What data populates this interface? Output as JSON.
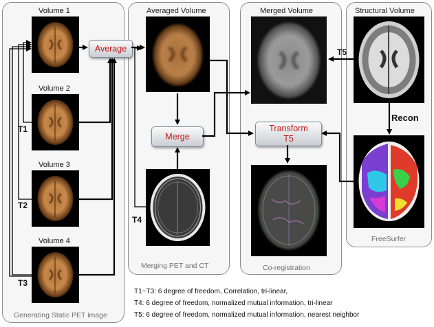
{
  "panels": {
    "static_pet": {
      "caption": "Generating Static PET image"
    },
    "merging": {
      "title": "Averaged Volume",
      "caption": "Merging PET and CT"
    },
    "coreg": {
      "title": "Merged Volume",
      "caption": "Co-registration"
    },
    "freesurfer": {
      "title": "Structural Volume",
      "caption": "FreeSurfer"
    }
  },
  "volumes": [
    "Volume 1",
    "Volume 2",
    "Volume 3",
    "Volume 4"
  ],
  "steps": {
    "average": "Average",
    "merge": "Merge",
    "transform": "Transform",
    "transform_sub": "T5",
    "recon": "Recon"
  },
  "transform_labels": {
    "t1": "T1",
    "t2": "T2",
    "t3": "T3",
    "t4": "T4",
    "t5": "T5"
  },
  "legend": [
    "T1~T3: 6 degree of freedom, Correlation, tri-linear,",
    "T4: 6 degree of freedom, normalized mutual information, tri-linear",
    "T5: 6 degree of freedom, normalized mutual information, nearest neighbor"
  ],
  "colors": {
    "button_text": "#c01818",
    "panel_border": "#8a8a8a",
    "arrow": "#000000"
  }
}
